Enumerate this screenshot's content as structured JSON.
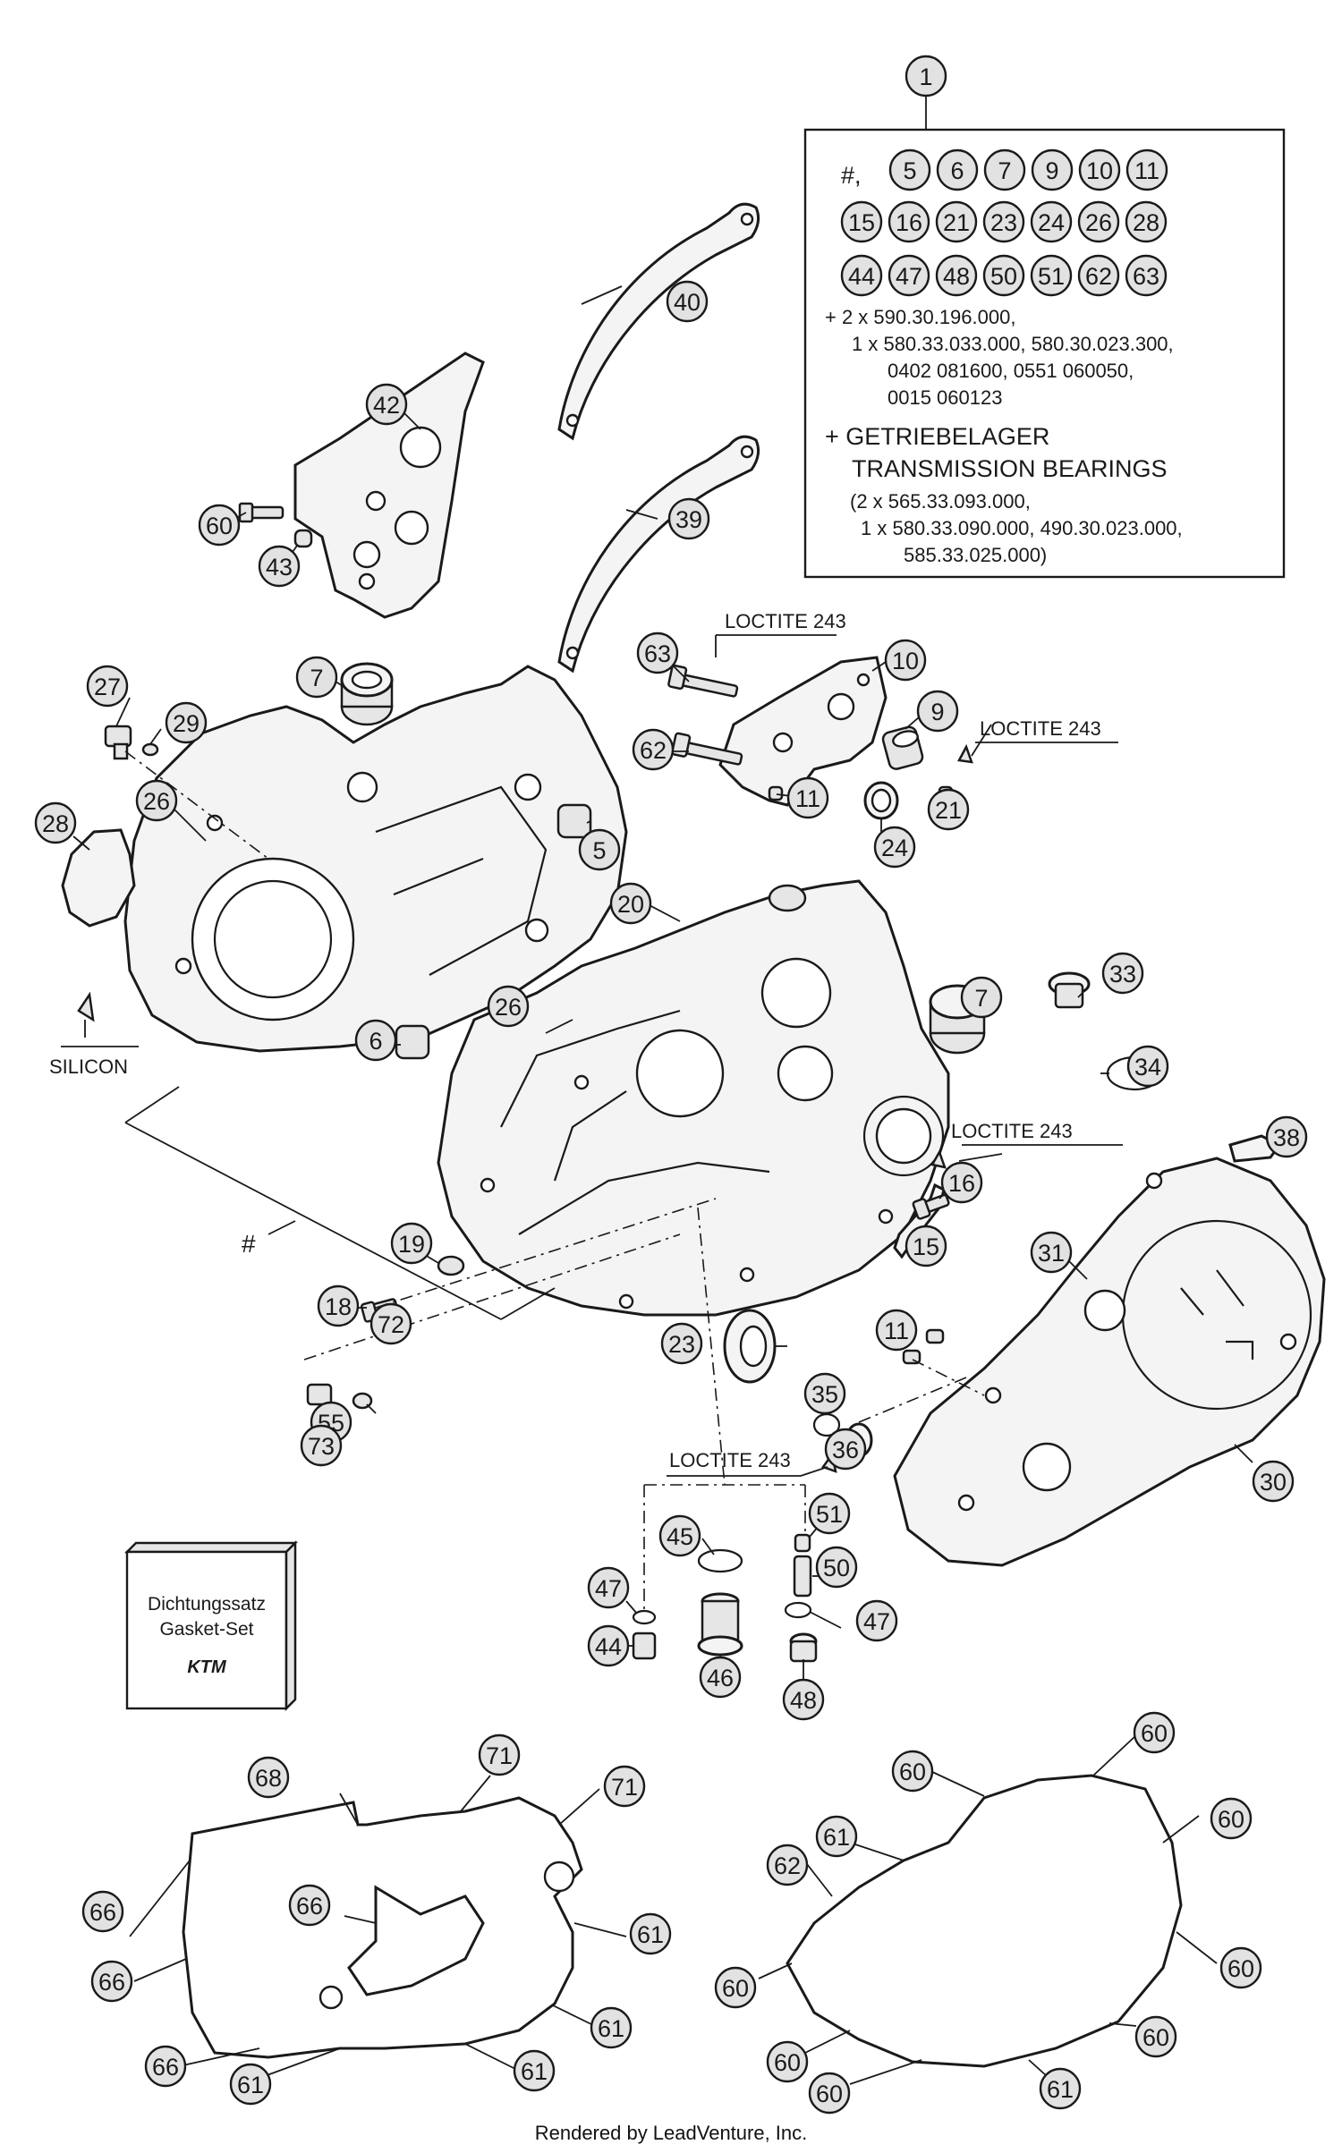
{
  "title_callout": "1",
  "kit_box": {
    "row1": [
      "#,",
      "5",
      "6",
      "7",
      "9",
      "10",
      "11"
    ],
    "row2": [
      "15",
      "16",
      "21",
      "23",
      "24",
      "26",
      "28"
    ],
    "row3": [
      "44",
      "47",
      "48",
      "50",
      "51",
      "62",
      "63"
    ],
    "lines": [
      "+ 2 x 590.30.196.000,",
      "1 x 580.33.033.000, 580.30.023.300,",
      "0402 081600, 0551 060050,",
      "0015 060123"
    ],
    "bearings_title_1": "+ GETRIEBELAGER",
    "bearings_title_2": "TRANSMISSION BEARINGS",
    "bearings_lines": [
      "(2 x 565.33.093.000,",
      "1 x 580.33.090.000, 490.30.023.000,",
      "585.33.025.000)"
    ]
  },
  "notes": {
    "loctite": "LOCTITE 243",
    "silicon": "SILICON",
    "hash": "#"
  },
  "gasket_set": {
    "line1": "Dichtungssatz",
    "line2": "Gasket-Set",
    "brand": "KTM"
  },
  "credit": "Rendered by LeadVenture, Inc.",
  "callouts": [
    "1",
    "5",
    "6",
    "7",
    "9",
    "10",
    "11",
    "15",
    "16",
    "18",
    "19",
    "20",
    "21",
    "23",
    "24",
    "26",
    "27",
    "28",
    "29",
    "30",
    "31",
    "33",
    "34",
    "35",
    "36",
    "38",
    "39",
    "40",
    "42",
    "43",
    "44",
    "45",
    "46",
    "47",
    "48",
    "50",
    "51",
    "55",
    "60",
    "61",
    "62",
    "63",
    "66",
    "68",
    "71",
    "72",
    "73"
  ]
}
